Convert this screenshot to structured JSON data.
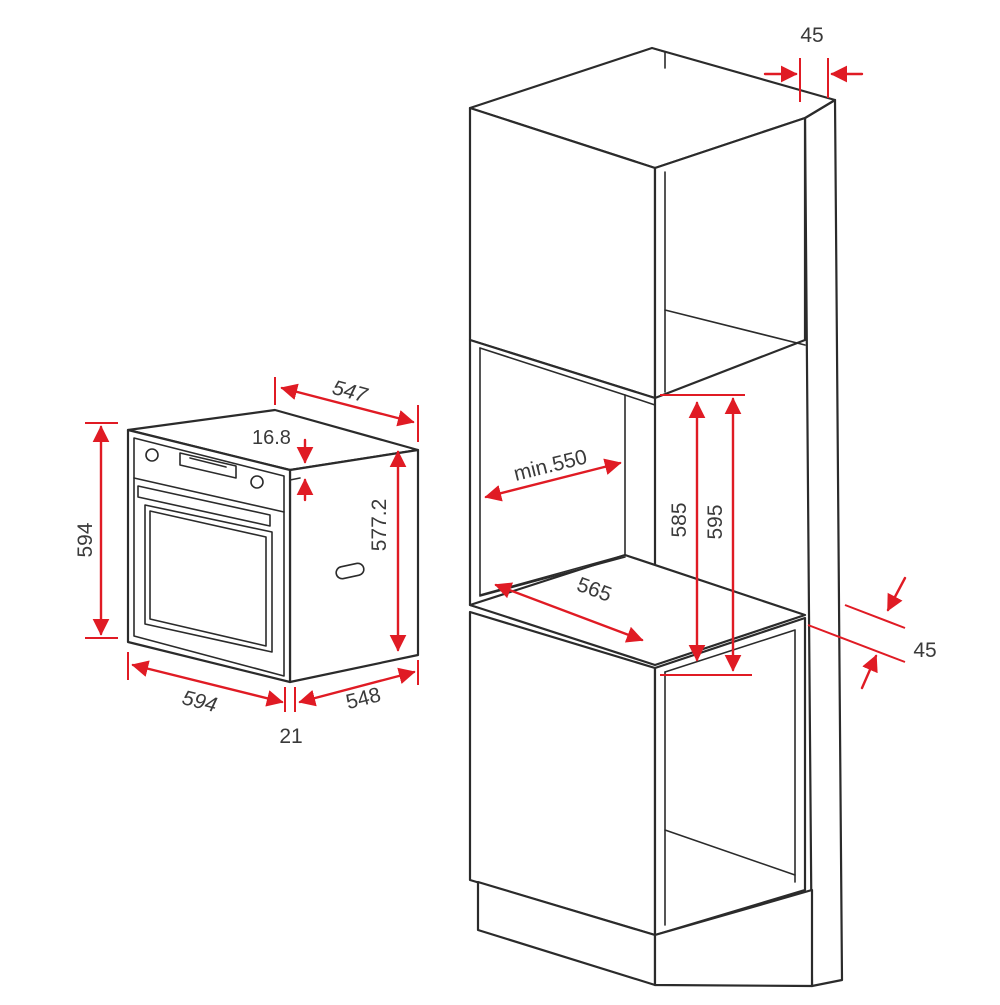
{
  "colors": {
    "dimension": "#e01b24",
    "outline": "#2b2b2b",
    "text": "#3a3a3a",
    "background": "#ffffff"
  },
  "oven": {
    "width_front": "594",
    "height": "594",
    "depth_top": "547",
    "depth_bottom": "548",
    "panel_step": "16.8",
    "body_height": "577.2",
    "front_thickness": "21"
  },
  "cabinet": {
    "side_clearance": "45",
    "rear_clearance": "45",
    "niche_width": "min.550",
    "niche_depth": "565",
    "niche_height_inner": "585",
    "niche_height_outer": "595"
  }
}
